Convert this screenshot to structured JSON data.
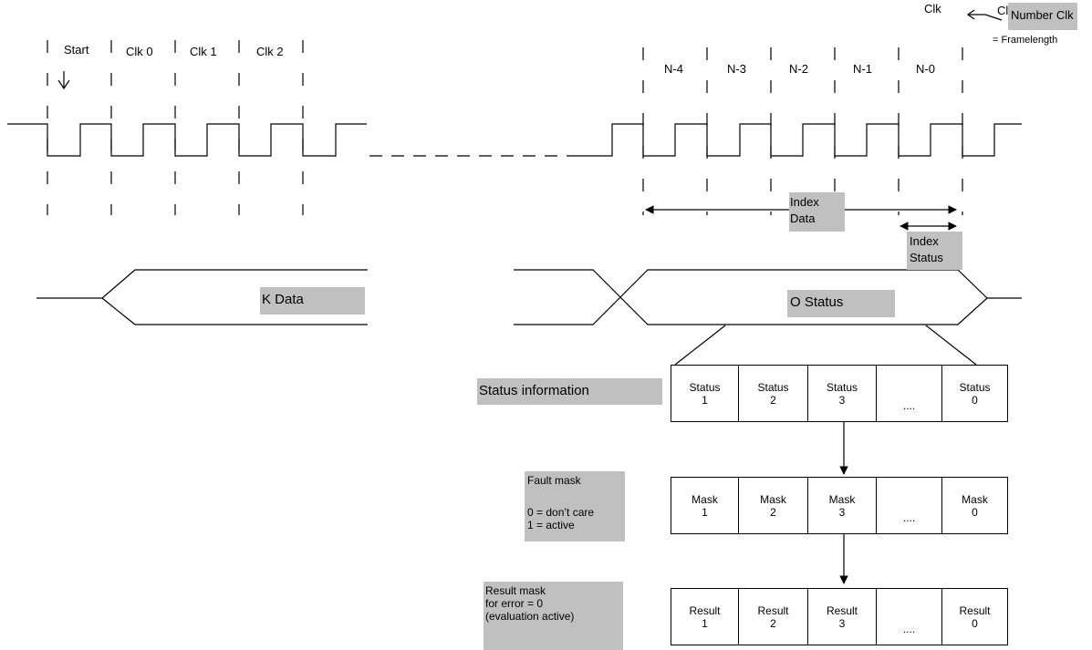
{
  "header": {
    "clk": "Clk",
    "clkn": "ClkN",
    "number_clk": "Number Clk",
    "framelength": "= Framelength"
  },
  "clock_labels_left": [
    "Start",
    "Clk 0",
    "Clk 1",
    "Clk 2"
  ],
  "clock_labels_right": [
    "N-4",
    "N-3",
    "N-2",
    "N-1",
    "N-0"
  ],
  "index_data": {
    "line1": "Index",
    "line2": "Data"
  },
  "index_status": {
    "line1": "Index",
    "line2": "Status"
  },
  "k_data": "K Data",
  "o_status": "O Status",
  "status_information": "Status information",
  "status_cells": [
    "Status\n1",
    "Status\n2",
    "Status\n3",
    "....",
    "Status\n0"
  ],
  "fault_mask": {
    "title": "Fault mask",
    "line1": "0 = don’t care",
    "line2": "1 = active"
  },
  "mask_cells": [
    "Mask\n1",
    "Mask\n2",
    "Mask\n3",
    "....",
    "Mask\n0"
  ],
  "result_mask": {
    "line1": "Result mask",
    "line2": "for error = 0",
    "line3": "(evaluation active)"
  },
  "result_cells": [
    "Result\n1",
    "Result\n2",
    "Result\n3",
    "....",
    "Result\n0"
  ]
}
